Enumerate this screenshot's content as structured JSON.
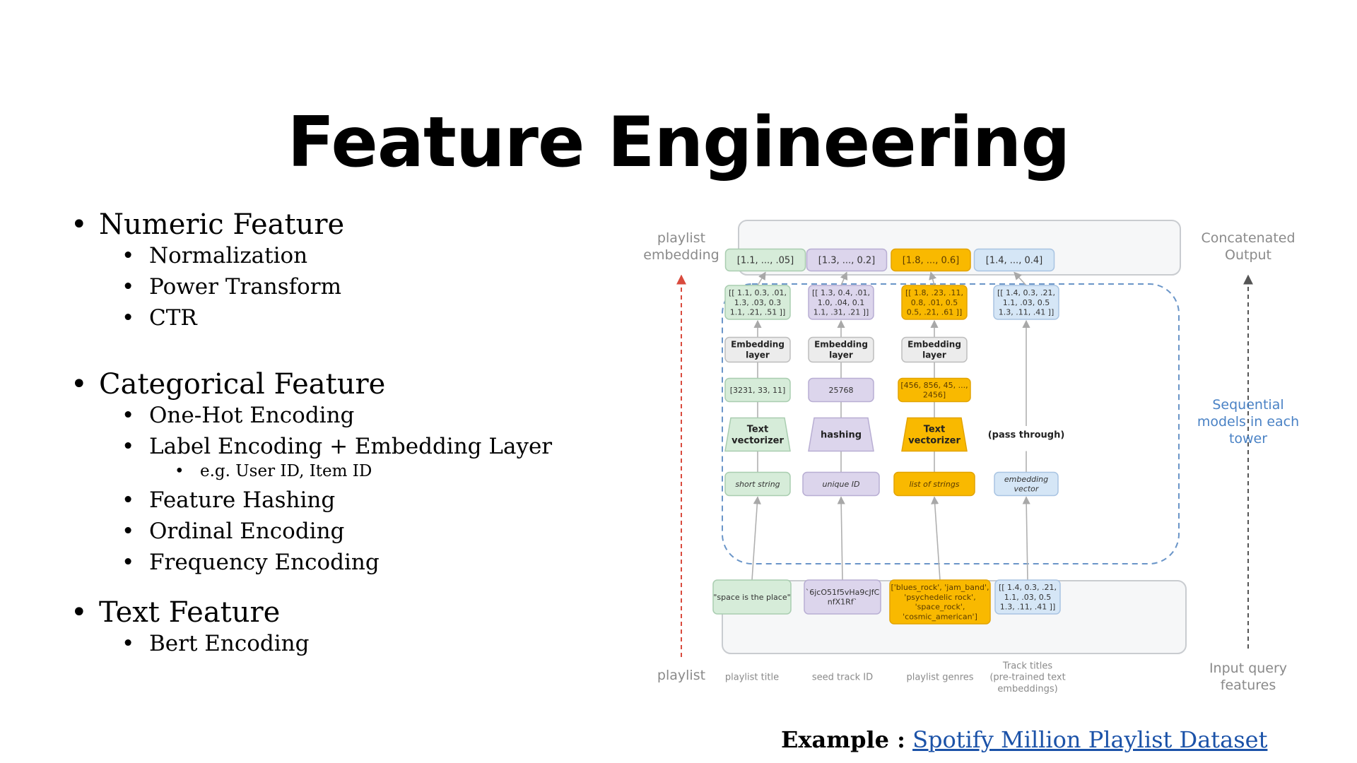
{
  "slide": {
    "title": "Feature Engineering",
    "sections": [
      {
        "heading": "Numeric Feature",
        "items": [
          "Normalization",
          "Power Transform",
          "CTR"
        ]
      },
      {
        "heading": "Categorical Feature",
        "items": [
          "One-Hot Encoding",
          "Label Encoding + Embedding Layer",
          "Feature Hashing",
          "Ordinal Encoding",
          "Frequency Encoding"
        ],
        "sub_note": "e.g. User ID, Item ID"
      },
      {
        "heading": "Text Feature",
        "items": [
          "Bert Encoding"
        ]
      }
    ],
    "footer": {
      "label": "Example :",
      "link_text": "Spotify Million Playlist Dataset"
    }
  },
  "diagram": {
    "left_top_label": [
      "playlist",
      "embedding"
    ],
    "left_bottom_label": "playlist",
    "right_top_label": [
      "Concatenated",
      "Output"
    ],
    "right_mid_label": [
      "Sequential",
      "models in each",
      "tower"
    ],
    "right_bottom_label": [
      "Input query",
      "features"
    ],
    "towers": [
      {
        "output": "[1.1, ..., .05]",
        "embedding": [
          "[[ 1.1, 0.3, .01,",
          "1.3, .03, 0.3",
          "1.1, .21, .51 ]]"
        ],
        "layer": [
          "Embedding",
          "layer"
        ],
        "index": [
          "[3231, 33, 11]"
        ],
        "transform": [
          "Text",
          "vectorizer"
        ],
        "type": [
          "short string"
        ],
        "input": [
          "\"space is the place\""
        ],
        "feature": [
          "playlist title"
        ]
      },
      {
        "output": "[1.3, ..., 0.2]",
        "embedding": [
          "[[ 1.3, 0.4, .01,",
          "1.0, .04, 0.1",
          "1.1, .31, .21 ]]"
        ],
        "layer": [
          "Embedding",
          "layer"
        ],
        "index": [
          "25768"
        ],
        "transform": [
          "hashing"
        ],
        "type": [
          "unique ID"
        ],
        "input": [
          "`6jcO51f5vHa9cJfC",
          "nfX1Rf`"
        ],
        "feature": [
          "seed track ID"
        ]
      },
      {
        "output": "[1.8, ..., 0.6]",
        "embedding": [
          "[[ 1.8, .23, .11,",
          "0.8, .01, 0.5",
          "0.5, .21, .61 ]]"
        ],
        "layer": [
          "Embedding",
          "layer"
        ],
        "index": [
          "[456, 856, 45, ...,",
          "2456]"
        ],
        "transform": [
          "Text",
          "vectorizer"
        ],
        "type": [
          "list of strings"
        ],
        "input": [
          "['blues_rock', 'jam_band',",
          "'psychedelic rock',",
          "'space_rock',",
          "'cosmic_american']"
        ],
        "feature": [
          "playlist genres"
        ]
      },
      {
        "output": "[1.4, ..., 0.4]",
        "embedding": [
          "[[ 1.4, 0.3, .21,",
          "1.1, .03, 0.5",
          "1.3, .11, .41 ]]"
        ],
        "transform": [
          "(pass through)"
        ],
        "type": [
          "embedding",
          "vector"
        ],
        "input": [
          "[[ 1.4, 0.3, .21,",
          "1.1, .03, 0.5",
          "1.3, .11, .41 ]]"
        ],
        "feature": [
          "Track titles",
          "(pre-trained text",
          "embeddings)"
        ]
      }
    ]
  },
  "colors": {
    "green": "#d6ecd9",
    "purple": "#dcd5ec",
    "orange": "#f9b900",
    "blue": "#d5e6f6",
    "gray": "#ececec",
    "link": "#1b52a8",
    "dashed_blue": "#6a95c8",
    "red_arrow": "#d94a3d"
  }
}
